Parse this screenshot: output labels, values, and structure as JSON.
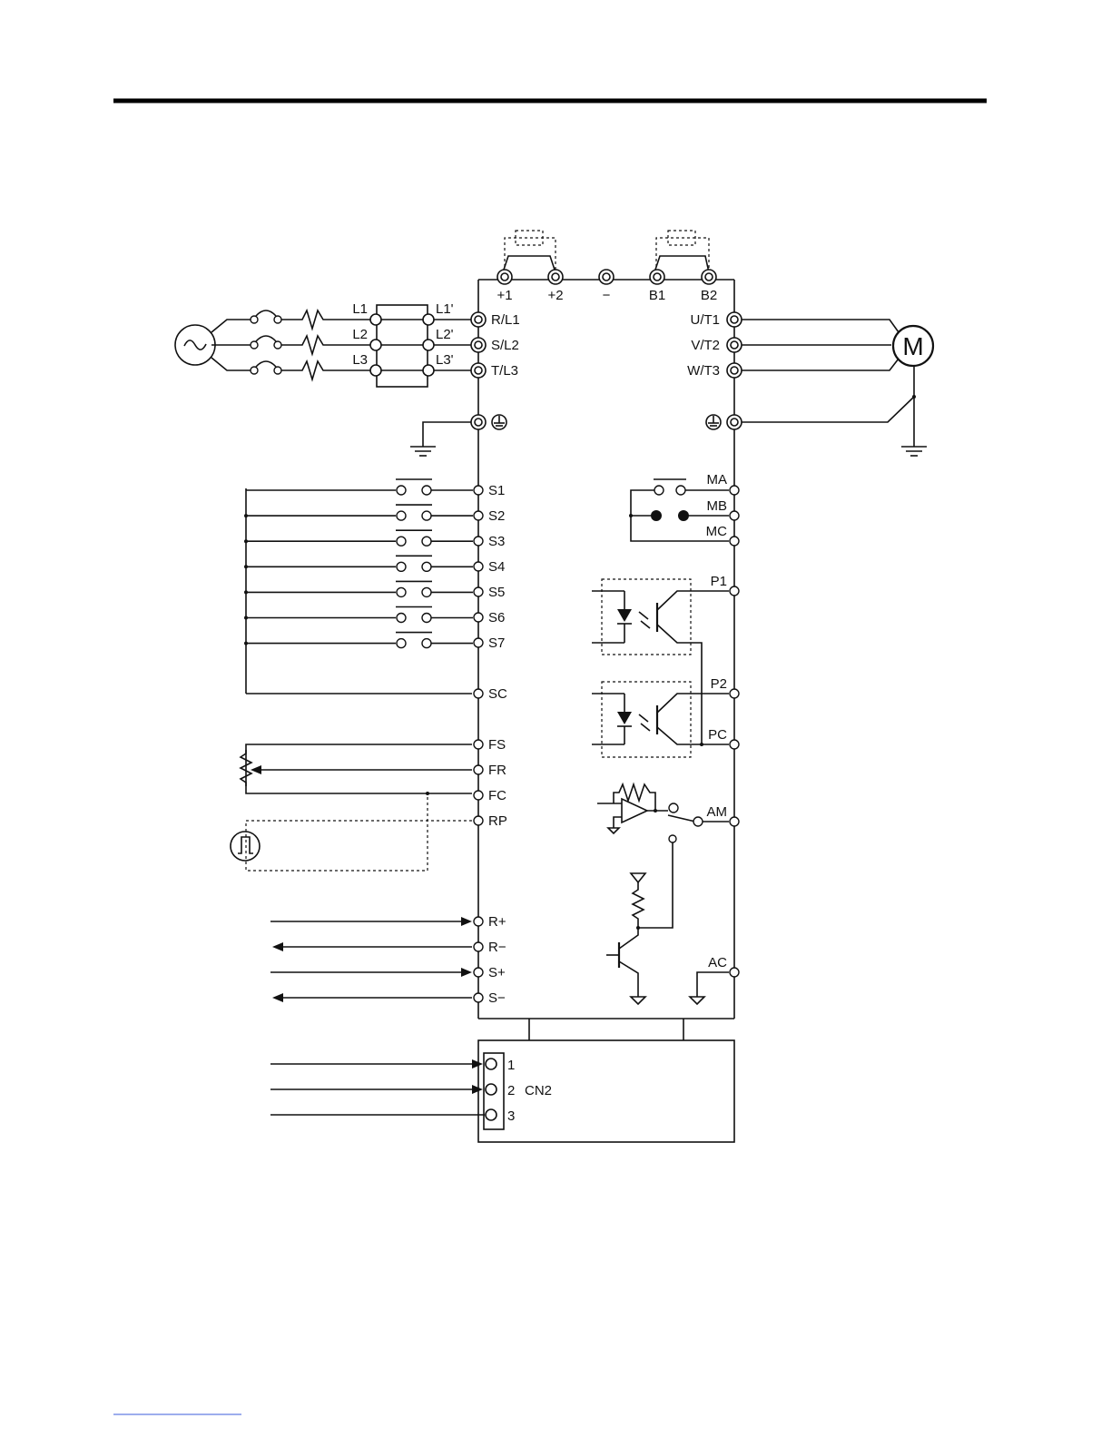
{
  "power_terminals": {
    "dc": [
      "+1",
      "+2",
      "−",
      "B1",
      "B2"
    ],
    "input": [
      "R/L1",
      "S/L2",
      "T/L3"
    ],
    "output": [
      "U/T1",
      "V/T2",
      "W/T3"
    ],
    "reactor_in": [
      "L1",
      "L2",
      "L3"
    ],
    "reactor_out": [
      "L1'",
      "L2'",
      "L3'"
    ]
  },
  "control_inputs": [
    "S1",
    "S2",
    "S3",
    "S4",
    "S5",
    "S6",
    "S7",
    "SC",
    "FS",
    "FR",
    "FC",
    "RP",
    "R+",
    "R−",
    "S+",
    "S−"
  ],
  "control_outputs": [
    "MA",
    "MB",
    "MC",
    "P1",
    "P2",
    "PC",
    "AM",
    "AC"
  ],
  "motor_label": "M",
  "cn2": {
    "name": "CN2",
    "pins": [
      "1",
      "2",
      "3"
    ]
  },
  "source_symbol": "~"
}
